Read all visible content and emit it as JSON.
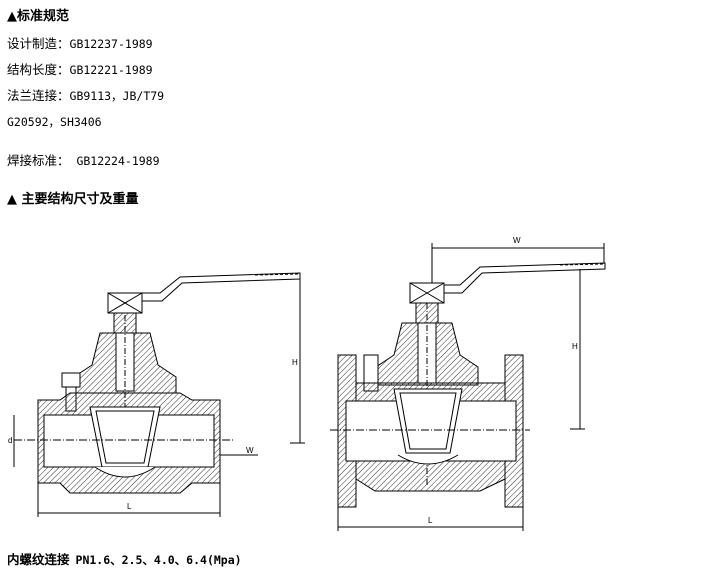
{
  "sections": {
    "standards_title": "▲标准规范",
    "structure_title": "▲ 主要结构尺寸及重量",
    "footer": {
      "label": "内螺纹连接",
      "value": "PN1.6、2.5、4.0、6.4(Mpa)"
    }
  },
  "standards": [
    {
      "label": "设计制造：",
      "value": "GB12237-1989"
    },
    {
      "label": "结构长度：",
      "value": "GB12221-1989"
    },
    {
      "label": "法兰连接：",
      "value": "GB9113，JB/T79"
    },
    {
      "label": "",
      "value": "G20592，SH3406"
    },
    {
      "label": "焊接标准：",
      "value": " GB12224-1989"
    }
  ],
  "drawing_labels": {
    "left_d": "d",
    "left_H": "H",
    "left_W": "W",
    "left_L": "L",
    "right_W": "W",
    "right_H": "H",
    "right_L": "L"
  },
  "colors": {
    "line": "#000000",
    "hatch": "#333333"
  }
}
